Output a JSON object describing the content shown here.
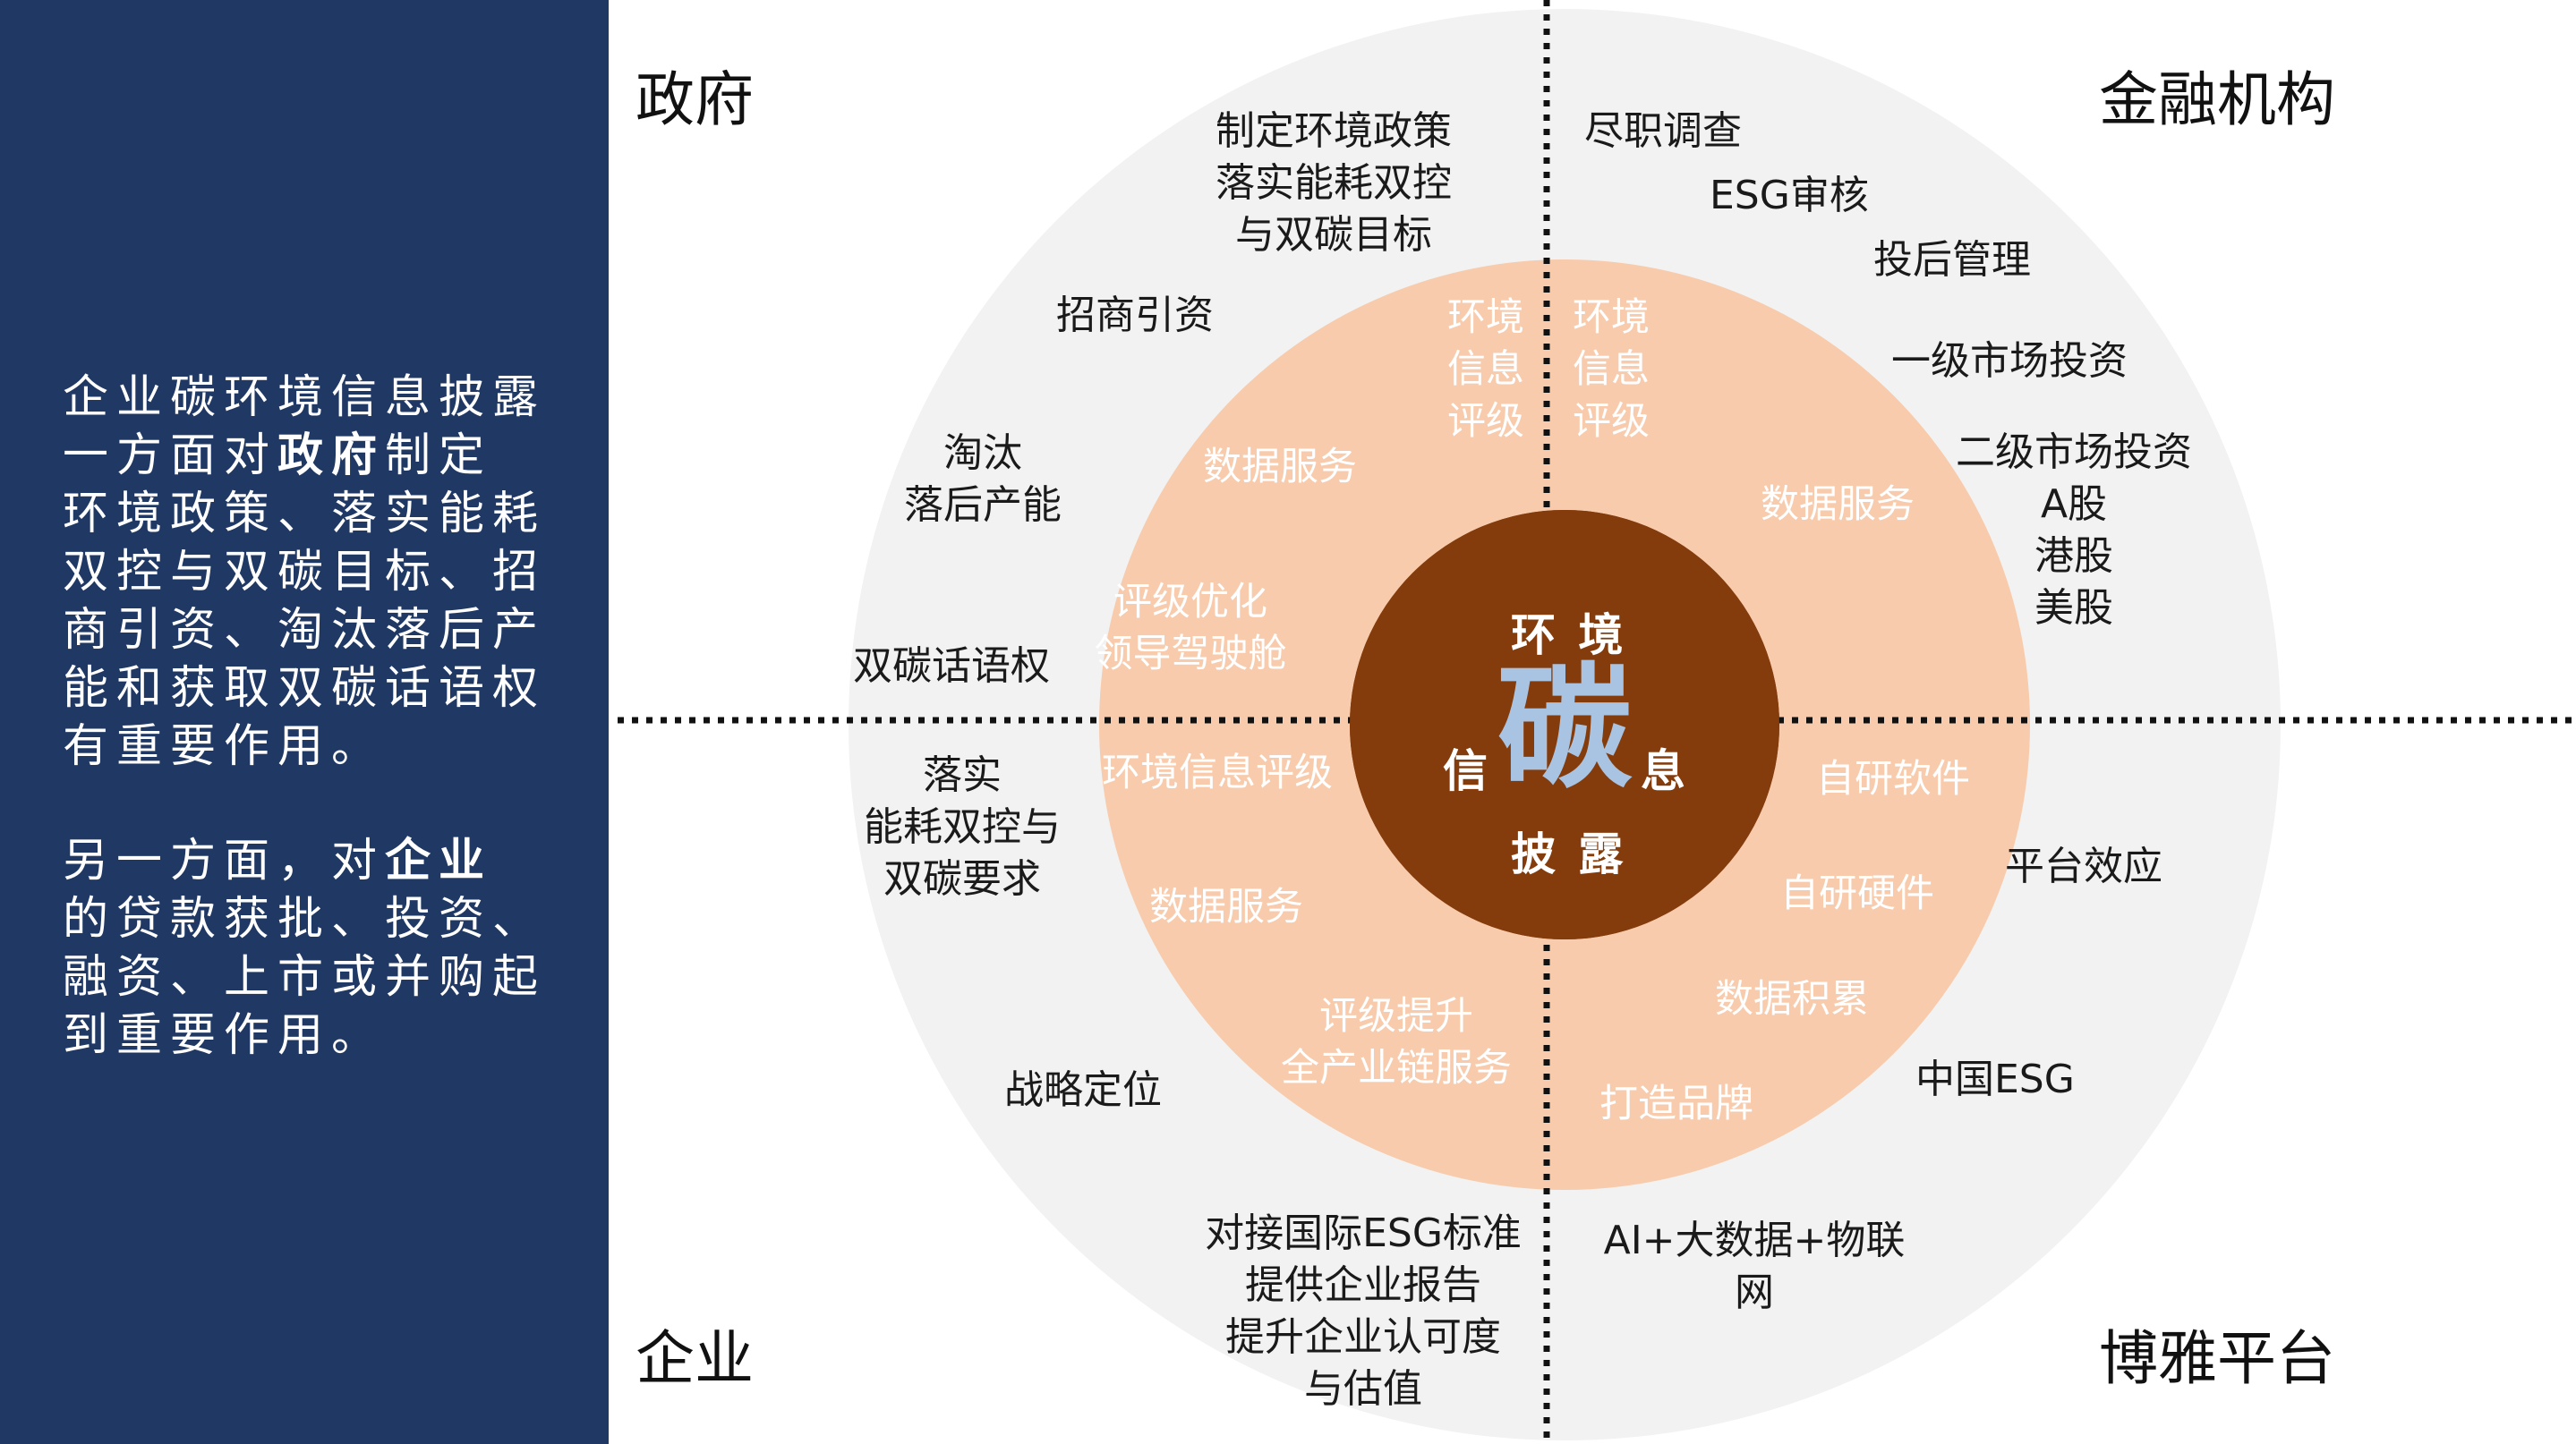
{
  "sidebar": {
    "para1": [
      {
        "text": "企业碳环境信息披露一方面对",
        "bold": false
      },
      {
        "text": "政府",
        "bold": true
      },
      {
        "text": "制定环境政策、落实能耗双控与双碳目标、招商引资、淘汰落后产能和获取双碳话语权有重要作用。",
        "bold": false
      }
    ],
    "para2": [
      {
        "text": "另一方面，对",
        "bold": false
      },
      {
        "text": "企业",
        "bold": true
      },
      {
        "text": "的贷款获批、投资、融资、上市或并购起到重要作用。",
        "bold": false
      }
    ]
  },
  "corners": {
    "top_left": "政府",
    "top_right": "金融机构",
    "bottom_left": "企业",
    "bottom_right": "博雅平台"
  },
  "center": {
    "top": "环 境",
    "big": "碳",
    "left": "信",
    "right": "息",
    "bottom": "披 露"
  },
  "inner": {
    "tl_rating": "环境\n信息\n评级",
    "tl_data": "数据服务",
    "tl_cockpit": "评级优化\n领导驾驶舱",
    "tr_rating": "环境\n信息\n评级",
    "tr_data": "数据服务",
    "bl_rating": "环境信息评级",
    "bl_data": "数据服务",
    "bl_chain": "评级提升\n全产业链服务",
    "br_software": "自研软件",
    "br_hardware": "自研硬件",
    "br_accum": "数据积累",
    "br_brand": "打造品牌"
  },
  "outer": {
    "gov_policy": "制定环境政策\n落实能耗双控\n与双碳目标",
    "gov_invest": "招商引资",
    "gov_eliminate": "淘汰\n落后产能",
    "gov_voice": "双碳话语权",
    "fin_dd": "尽职调查",
    "fin_esg": "ESG审核",
    "fin_post": "投后管理",
    "fin_primary": "一级市场投资",
    "fin_secondary": "二级市场投资\nA股\n港股\n美股",
    "ent_implement": "落实\n能耗双控与\n双碳要求",
    "ent_strategy": "战略定位",
    "ent_standard": "对接国际ESG标准\n提供企业报告\n提升企业认可度\n与估值",
    "plat_effect": "平台效应",
    "plat_cesg": "中国ESG",
    "plat_ai": "AI+大数据+物联\n网"
  },
  "colors": {
    "sidebar": "#1f3864",
    "outer_ring": "#f2f2f2",
    "middle_ring": "#f7cbac",
    "core": "#843c0c",
    "carbon_char": "#a9c4e2"
  }
}
